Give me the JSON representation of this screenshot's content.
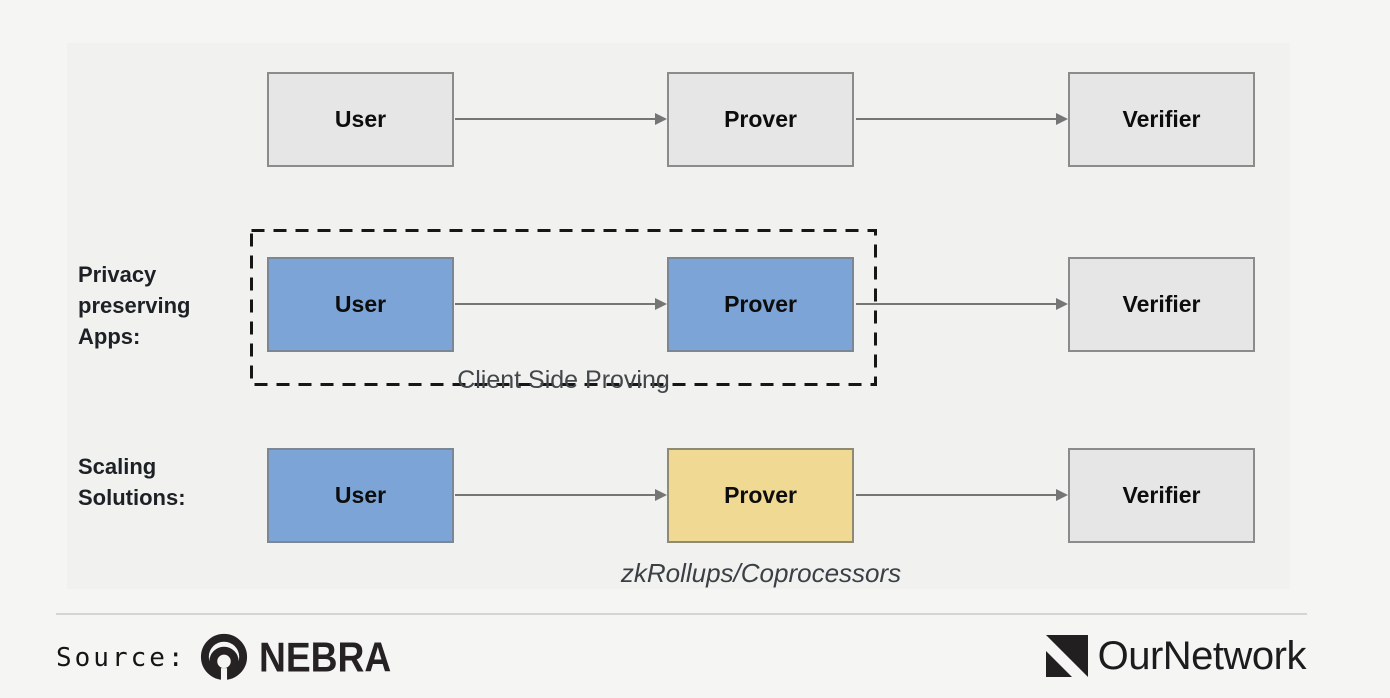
{
  "colors": {
    "page_background": "#f5f5f4",
    "canvas_background": "#f1f1f0",
    "gray_box_fill": "#e6e6e6",
    "blue_box_fill": "#7da4d6",
    "yellow_box_fill": "#f0da93",
    "box_border": "#8b8b8b",
    "arrow": "#757575",
    "dashed_border": "#161616",
    "divider": "#d7d5d3",
    "label_text": "#1d2125",
    "annotation_text": "#3a4045",
    "logo_ink": "#262223"
  },
  "diagram": {
    "rows": [
      {
        "label": "",
        "nodes": [
          {
            "text": "User",
            "variant": "gray"
          },
          {
            "text": "Prover",
            "variant": "gray"
          },
          {
            "text": "Verifier",
            "variant": "gray"
          }
        ]
      },
      {
        "label": "Privacy preserving Apps:",
        "group_label": "Client Side Proving",
        "nodes": [
          {
            "text": "User",
            "variant": "blue"
          },
          {
            "text": "Prover",
            "variant": "blue"
          },
          {
            "text": "Verifier",
            "variant": "gray"
          }
        ]
      },
      {
        "label": "Scaling Solutions:",
        "annotation": "zkRollups/Coprocessors",
        "nodes": [
          {
            "text": "User",
            "variant": "blue"
          },
          {
            "text": "Prover",
            "variant": "yellow"
          },
          {
            "text": "Verifier",
            "variant": "gray"
          }
        ]
      }
    ]
  },
  "footer": {
    "source_label": "Source:",
    "source_name": "NEBRA",
    "brand": "OurNetwork"
  }
}
